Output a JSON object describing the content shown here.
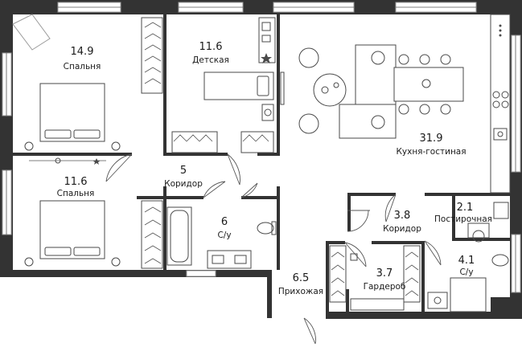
{
  "rooms": [
    {
      "id": "bedroom1",
      "area": "14.9",
      "name": "Спальня"
    },
    {
      "id": "kids",
      "area": "11.6",
      "name": "Детская"
    },
    {
      "id": "living",
      "area": "31.9",
      "name": "Кухня-гостиная"
    },
    {
      "id": "corridor1",
      "area": "5",
      "name": "Коридор"
    },
    {
      "id": "bedroom2",
      "area": "11.6",
      "name": "Спальня"
    },
    {
      "id": "bath1",
      "area": "6",
      "name": "С/у"
    },
    {
      "id": "corridor2",
      "area": "3.8",
      "name": "Коридор"
    },
    {
      "id": "laundry",
      "area": "2.1",
      "name": "Постирочная"
    },
    {
      "id": "wardrobe",
      "area": "3.7",
      "name": "Гардероб"
    },
    {
      "id": "bath2",
      "area": "4.1",
      "name": "С/у"
    },
    {
      "id": "hall",
      "area": "6.5",
      "name": "Прихожая"
    }
  ],
  "colors": {
    "wall": "#333333",
    "furniture": "#4a4a4a",
    "background": "#ffffff"
  }
}
